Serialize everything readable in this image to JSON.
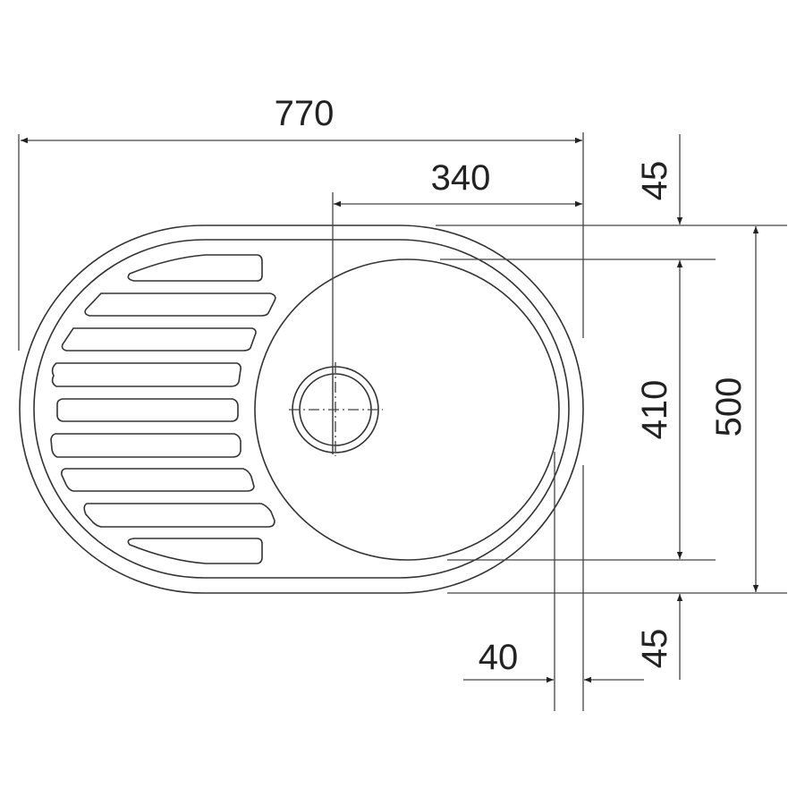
{
  "title": "Round bowl sink with drainer - dimension drawing",
  "dimensions": {
    "overall_width": "770",
    "bowl_center_offset": "340",
    "top_margin": "45",
    "bowl_depth": "410",
    "overall_depth": "500",
    "bottom_margin": "45",
    "bowl_edge_offset": "40"
  },
  "colors": {
    "line": "#333333",
    "background": "#ffffff"
  }
}
